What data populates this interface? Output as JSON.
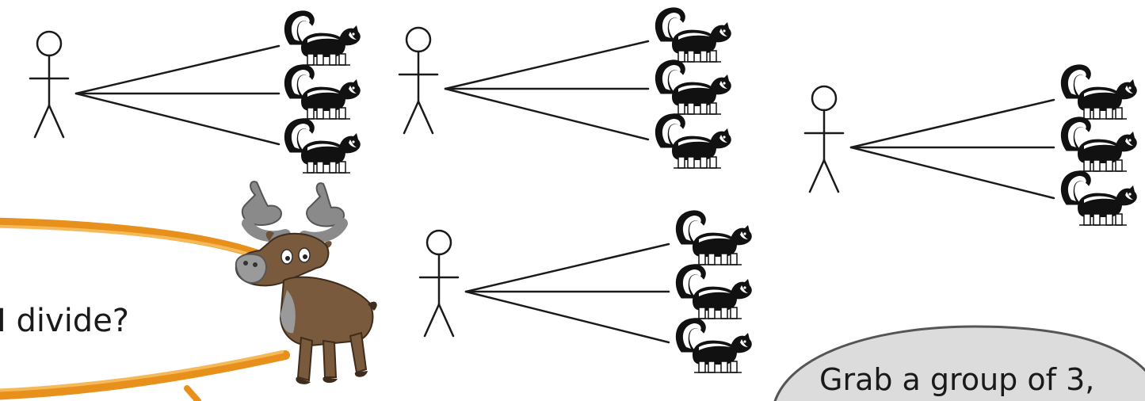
{
  "speech_bubble": {
    "text": "I divide?",
    "outline_color": "#e8901c"
  },
  "bottom_bubble": {
    "text": "Grab a group of 3,",
    "fill_color": "#dcdcdc"
  },
  "groups": [
    {
      "label": "person-1",
      "skunks": 3
    },
    {
      "label": "person-2",
      "skunks": 3
    },
    {
      "label": "person-3",
      "skunks": 3
    },
    {
      "label": "person-4",
      "skunks": 3
    }
  ],
  "character": "moose-thumbs-up-icon",
  "skunk_icon": "skunk-icon"
}
